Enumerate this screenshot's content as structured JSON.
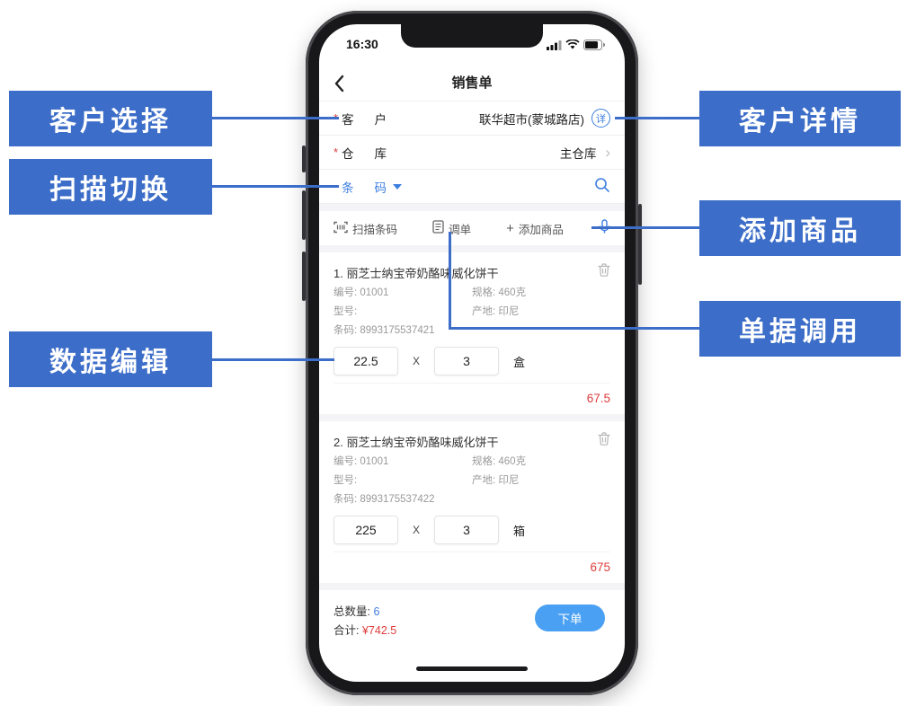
{
  "annotations": {
    "left": [
      {
        "label": "客户选择"
      },
      {
        "label": "扫描切换"
      },
      {
        "label": "数据编辑"
      }
    ],
    "right": [
      {
        "label": "客户详情"
      },
      {
        "label": "添加商品"
      },
      {
        "label": "单据调用"
      }
    ]
  },
  "phone": {
    "status_bar": {
      "time": "16:30"
    },
    "nav": {
      "title": "销售单"
    },
    "form": {
      "customer": {
        "required_mark": "*",
        "label": "客 户",
        "value": "联华超市(蒙城路店)",
        "detail_badge": "详"
      },
      "warehouse": {
        "required_mark": "*",
        "label": "仓 库",
        "value": "主仓库",
        "chevron": "›"
      },
      "barcode": {
        "label": "条 码"
      }
    },
    "toolbar": {
      "scan_label": "扫描条码",
      "recall_label": "调单",
      "plus": "+",
      "add_label": "添加商品"
    },
    "items": [
      {
        "title": "1. 丽芝士纳宝帝奶酪味威化饼干",
        "fields": {
          "code_label": "编号: ",
          "code": "01001",
          "spec_label": "规格: ",
          "spec": "460克",
          "model_label": "型号: ",
          "model": "",
          "origin_label": "产地: ",
          "origin": "印尼",
          "barcode_label": "条码: ",
          "barcode": "8993175537421"
        },
        "price": "22.5",
        "multiply": "X",
        "qty": "3",
        "unit": "盒",
        "subtotal": "67.5"
      },
      {
        "title": "2. 丽芝士纳宝帝奶酪味威化饼干",
        "fields": {
          "code_label": "编号: ",
          "code": "01001",
          "spec_label": "规格: ",
          "spec": "460克",
          "model_label": "型号: ",
          "model": "",
          "origin_label": "产地: ",
          "origin": "印尼",
          "barcode_label": "条码: ",
          "barcode": "8993175537422"
        },
        "price": "225",
        "multiply": "X",
        "qty": "3",
        "unit": "箱",
        "subtotal": "675"
      }
    ],
    "footer": {
      "total_qty_label": "总数量:",
      "total_qty_value": "6",
      "total_label": "合计:",
      "total_value": "¥742.5",
      "submit_label": "下单"
    }
  },
  "colors": {
    "callout_blue": "#3c6dc8",
    "app_blue": "#3d7ee0",
    "price_red": "#dd3c3c",
    "button_blue": "#4aa0f2"
  }
}
